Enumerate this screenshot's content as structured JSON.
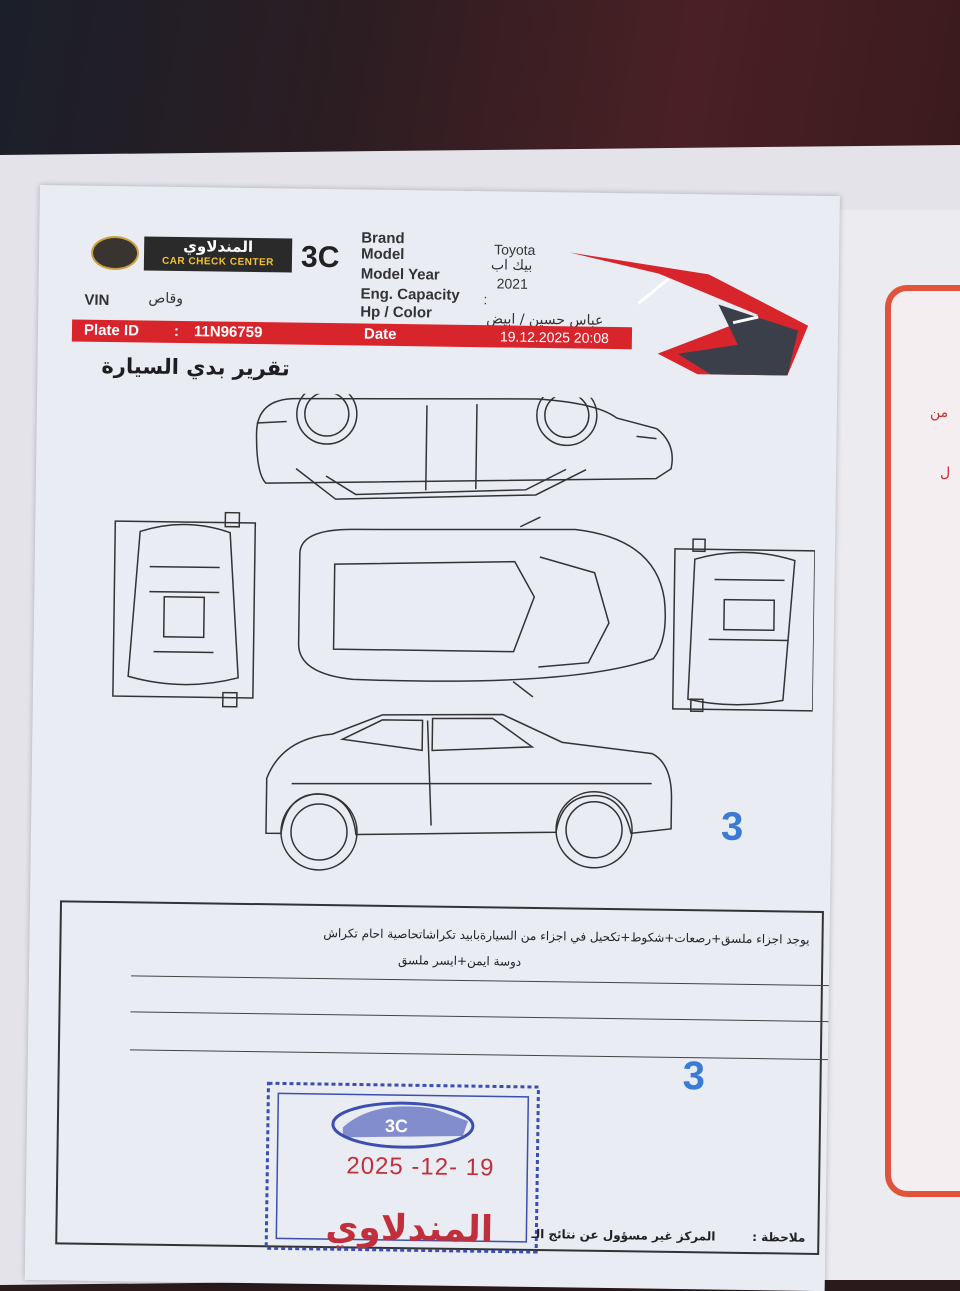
{
  "header": {
    "logo_ar": "المندلاوي",
    "logo_en": "CAR CHECK CENTER",
    "logo_mark": "3C",
    "fields": {
      "brand_label": "Brand",
      "brand_value": "Toyota",
      "model_label": "Model",
      "model_value": "بيك اب",
      "year_label": "Model Year",
      "year_value": "2021",
      "engine_label": "Eng. Capacity",
      "engine_value": ":",
      "color_label": "Hp / Color",
      "color_value": "عباس حسين / ابيض",
      "vin_label": "VIN",
      "vin_value": "وقاص",
      "plate_label": "Plate ID",
      "plate_sep": ":",
      "plate_value": "11N96759",
      "date_label": "Date",
      "date_value": "19.12.2025 20:08"
    }
  },
  "report_title": "تقرير بدي السيارة",
  "marks": [
    "3",
    "3"
  ],
  "notes": {
    "line1": "يوجد اجزاء ملسق+رصعات+شكوط+تكحيل في اجزاء من السيارةبابيد تكراشاتحاصية احام تكراش",
    "line2": "دوسة ايمن+ايسر ملسق"
  },
  "stamp": {
    "date": "2025 -12- 19",
    "name": "المندلاوي",
    "logo": "3C"
  },
  "footer": {
    "note_label": "ملاحظة :",
    "note_text": "المركز غير مسؤول عن نتائج الـ"
  },
  "side_page": {
    "text1": "من",
    "text2": "ل"
  },
  "colors": {
    "brand_red": "#d8252c",
    "stamp_blue": "#3a4fb0",
    "stamp_red": "#c0303c",
    "mark_blue": "#3a7bd5"
  }
}
